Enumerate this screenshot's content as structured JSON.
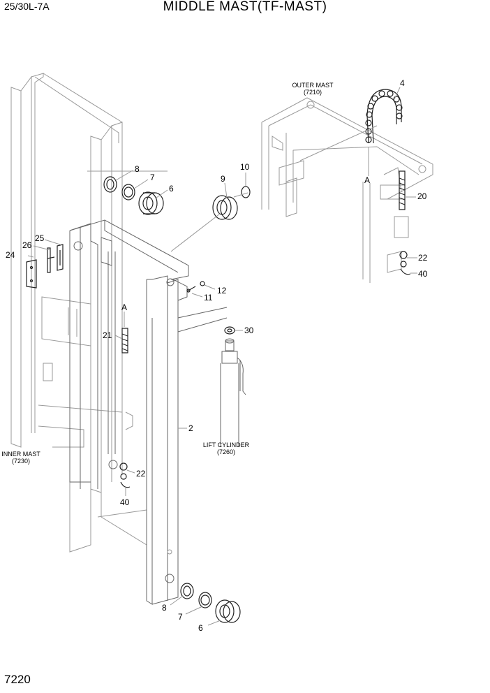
{
  "header": {
    "model": "25/30L-7A",
    "title": "MIDDLE MAST(TF-MAST)"
  },
  "footer": {
    "page_number": "7220"
  },
  "assemblies": {
    "outer_mast": {
      "name": "OUTER MAST",
      "code": "(7210)"
    },
    "inner_mast": {
      "name": "INNER MAST",
      "code": "(7230)"
    },
    "lift_cylinder": {
      "name": "LIFT CYLINDER",
      "code": "(7260)"
    }
  },
  "callouts": {
    "c2": "2",
    "c4": "4",
    "c6a": "6",
    "c7a": "7",
    "c8a": "8",
    "c6b": "6",
    "c7b": "7",
    "c8b": "8",
    "c9": "9",
    "c10": "10",
    "c11": "11",
    "c12": "12",
    "c20": "20",
    "c21": "21",
    "c22a": "22",
    "c22b": "22",
    "c24": "24",
    "c25": "25",
    "c26": "26",
    "c30": "30",
    "c40a": "40",
    "c40b": "40",
    "refA1": "A",
    "refA2": "A"
  }
}
